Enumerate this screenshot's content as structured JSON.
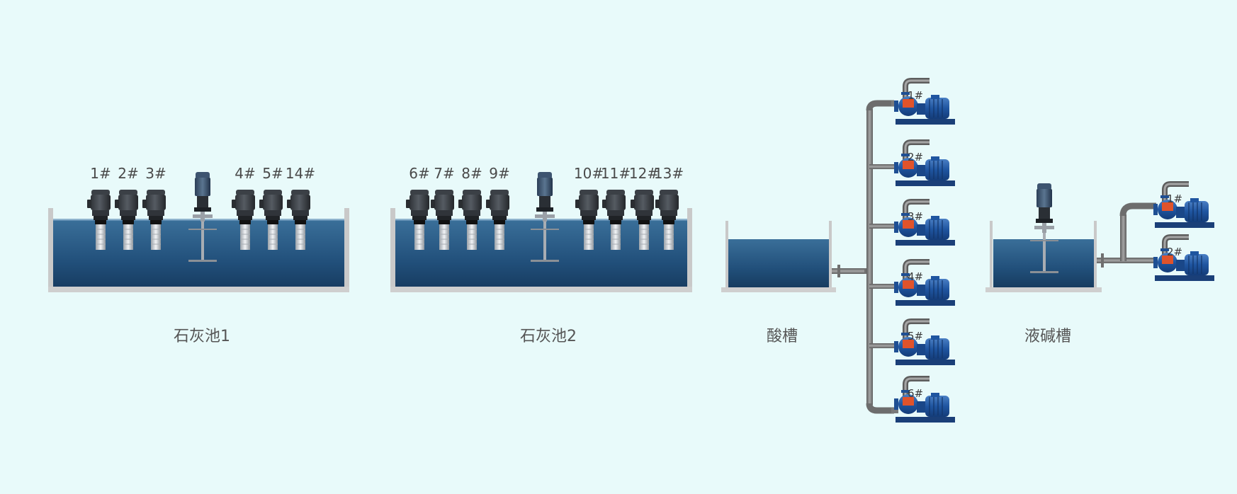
{
  "tanks": {
    "lime1": {
      "label": "石灰池1",
      "pumps": [
        "1#",
        "2#",
        "3#",
        "4#",
        "5#",
        "14#"
      ]
    },
    "lime2": {
      "label": "石灰池2",
      "pumps": [
        "6#",
        "7#",
        "8#",
        "9#",
        "10#",
        "11#",
        "12#",
        "13#"
      ]
    },
    "acid": {
      "label": "酸槽",
      "pumps": [
        "1#",
        "2#",
        "3#",
        "4#",
        "5#",
        "6#"
      ]
    },
    "alkali": {
      "label": "液碱槽",
      "pumps": [
        "1#",
        "2#"
      ]
    }
  },
  "colors": {
    "background": "#e8fafa",
    "water": "#2b5f8a",
    "tank_wall": "#c9c9c9",
    "pipe": "#7a7a7a",
    "pump_body": "#1e4f93",
    "pump_accent": "#e0532b"
  }
}
